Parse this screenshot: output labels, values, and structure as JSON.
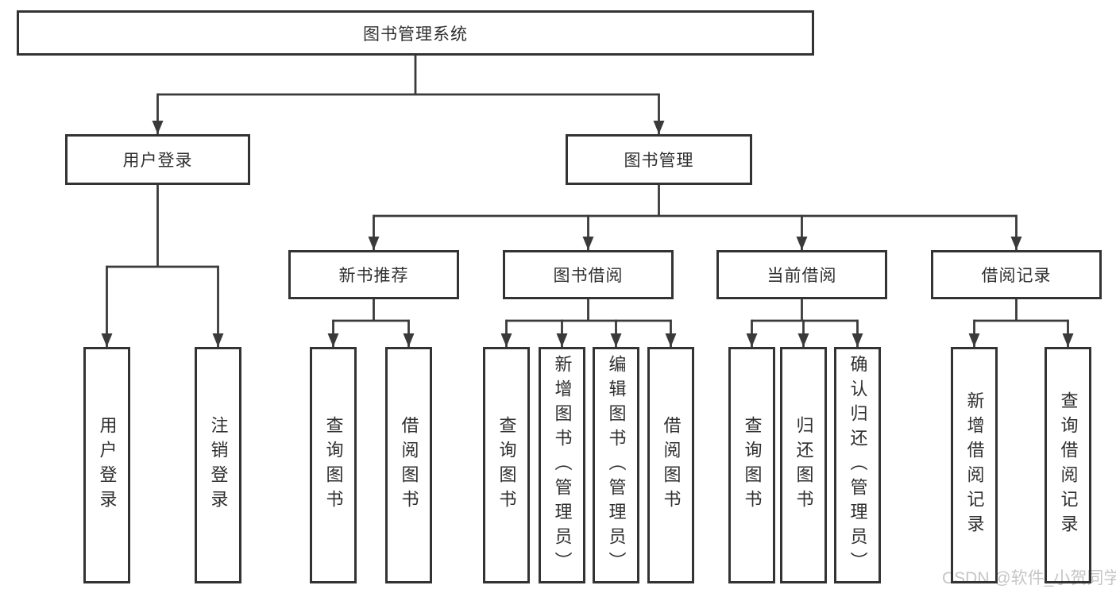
{
  "diagram": {
    "root": {
      "label": "图书管理系统"
    },
    "branches": [
      {
        "label": "用户登录",
        "children": [
          {
            "label": "用户登录"
          },
          {
            "label": "注销登录"
          }
        ]
      },
      {
        "label": "图书管理",
        "sections": [
          {
            "label": "新书推荐",
            "children": [
              {
                "label": "查询图书"
              },
              {
                "label": "借阅图书"
              }
            ]
          },
          {
            "label": "图书借阅",
            "children": [
              {
                "label": "查询图书"
              },
              {
                "label": "新增图书（管理员）"
              },
              {
                "label": "编辑图书（管理员）"
              },
              {
                "label": "借阅图书"
              }
            ]
          },
          {
            "label": "当前借阅",
            "children": [
              {
                "label": "查询图书"
              },
              {
                "label": "归还图书"
              },
              {
                "label": "确认归还（管理员）"
              }
            ]
          },
          {
            "label": "借阅记录",
            "children": [
              {
                "label": "新增借阅记录"
              },
              {
                "label": "查询借阅记录"
              }
            ]
          }
        ]
      }
    ],
    "line_color": "#3a3a3a"
  },
  "watermark": {
    "text": "CSDN @软件_小贺同学",
    "color": "#c6c6c6"
  }
}
